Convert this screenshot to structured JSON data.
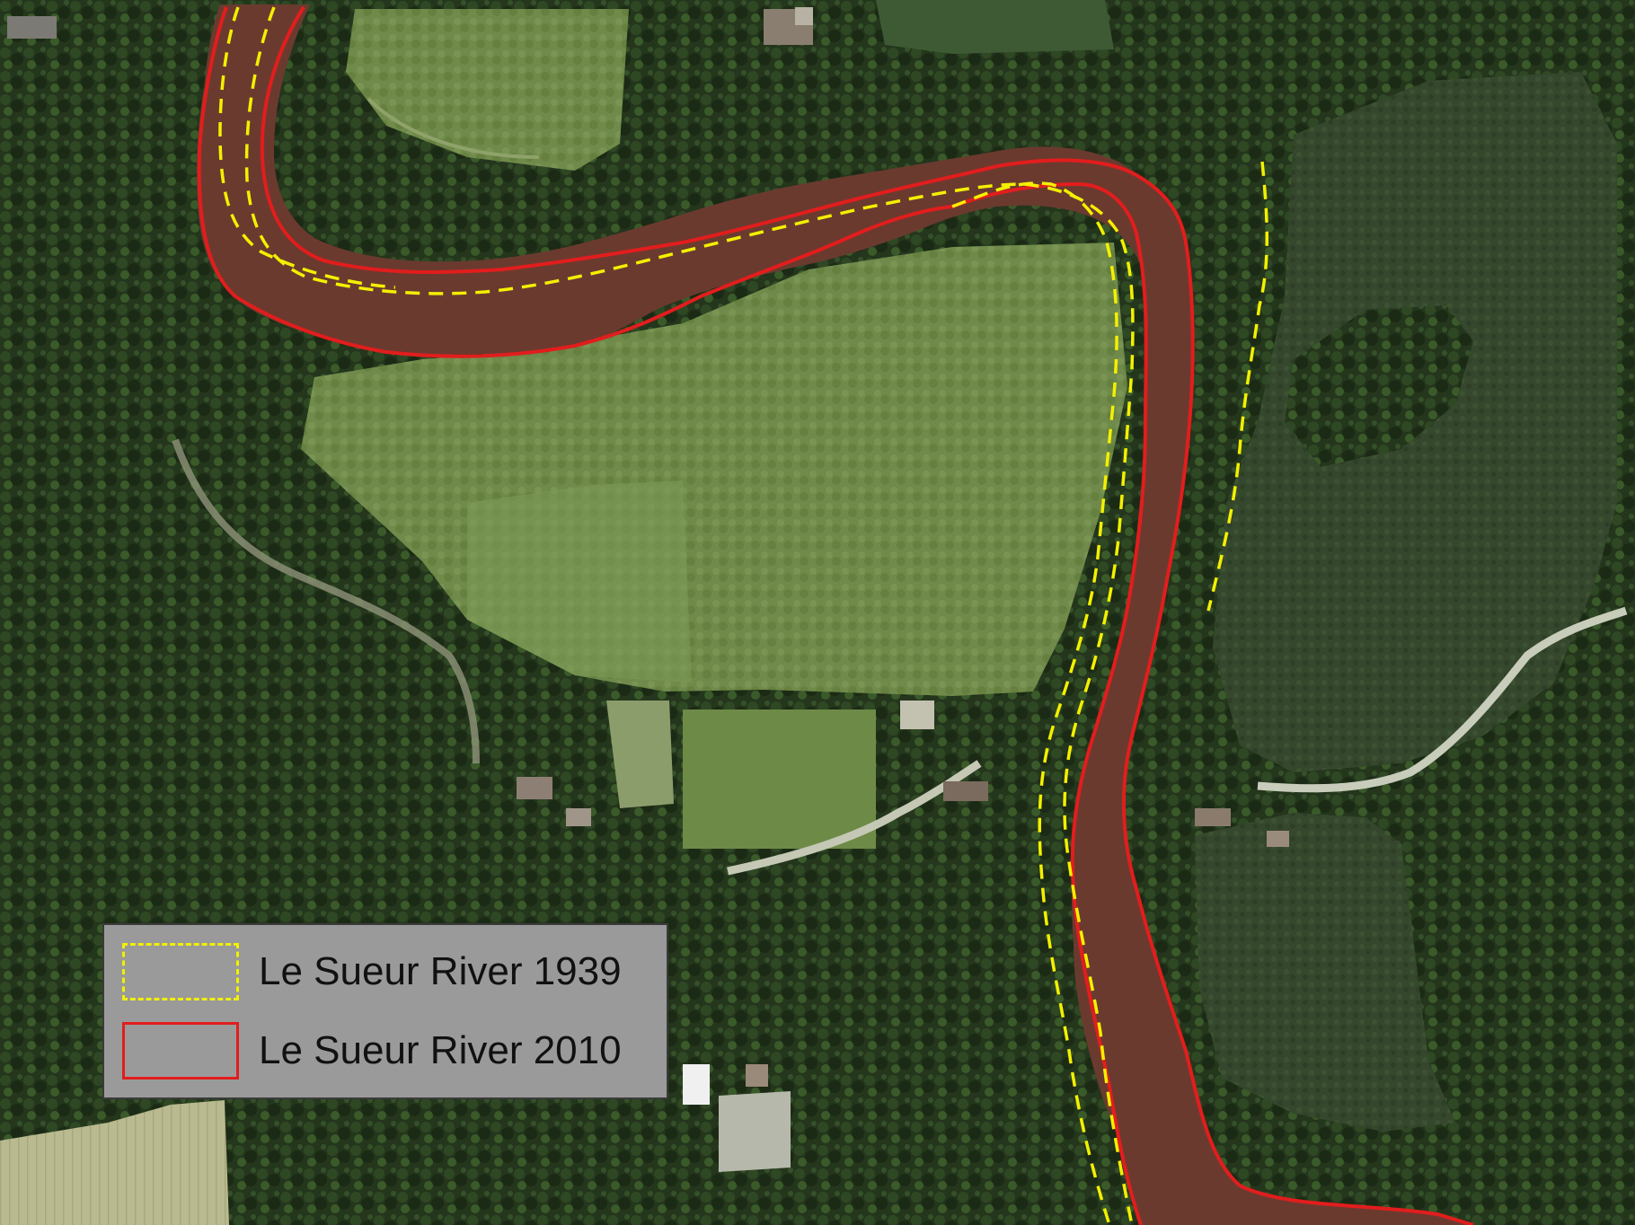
{
  "map": {
    "type": "aerial-photo",
    "colors": {
      "river_fill": "#6b3a2f",
      "outline_2010": "#e21d1d",
      "outline_1939": "#f3f000",
      "legend_background": "#9a9a9a"
    }
  },
  "legend": {
    "items": [
      {
        "label": "Le Sueur River 1939",
        "style": "dashed",
        "color": "#f3f000"
      },
      {
        "label": "Le Sueur River 2010",
        "style": "solid",
        "color": "#e21d1d"
      }
    ]
  }
}
